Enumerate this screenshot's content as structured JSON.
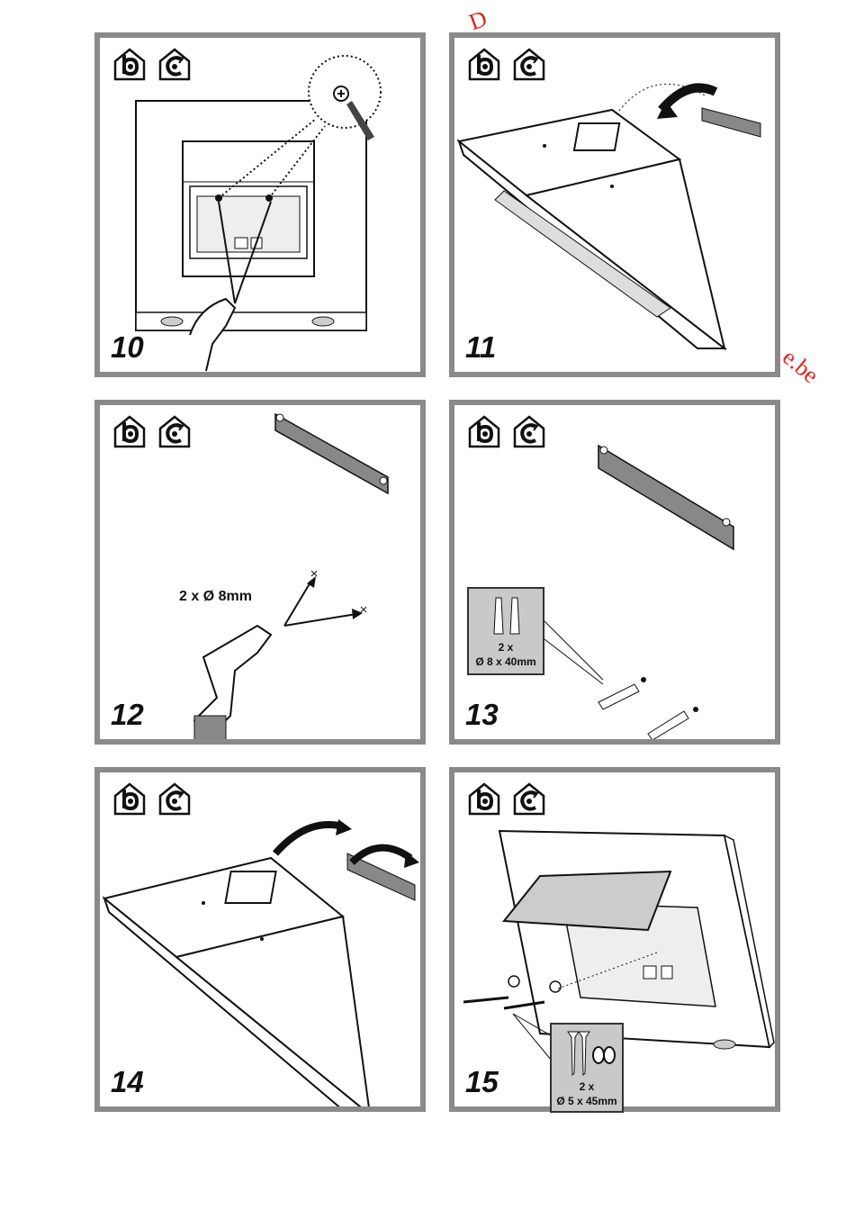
{
  "steps": [
    {
      "number": "10"
    },
    {
      "number": "11"
    },
    {
      "number": "12",
      "drill_label": "2 x Ø 8mm"
    },
    {
      "number": "13",
      "spec_qty": "2 x",
      "spec_size": "Ø 8 x 40mm"
    },
    {
      "number": "14"
    },
    {
      "number": "15",
      "spec_qty": "2 x",
      "spec_size": "Ø 5 x 45mm"
    }
  ],
  "icons": [
    "ducted-mode-icon",
    "recirculation-mode-icon"
  ],
  "watermark": {
    "left_fragment": "D",
    "right_fragment": "e.be",
    "color": "#e2231a"
  },
  "colors": {
    "frame": "#8a8a8a",
    "spec_box": "#c9c9c9",
    "ink": "#111111"
  }
}
